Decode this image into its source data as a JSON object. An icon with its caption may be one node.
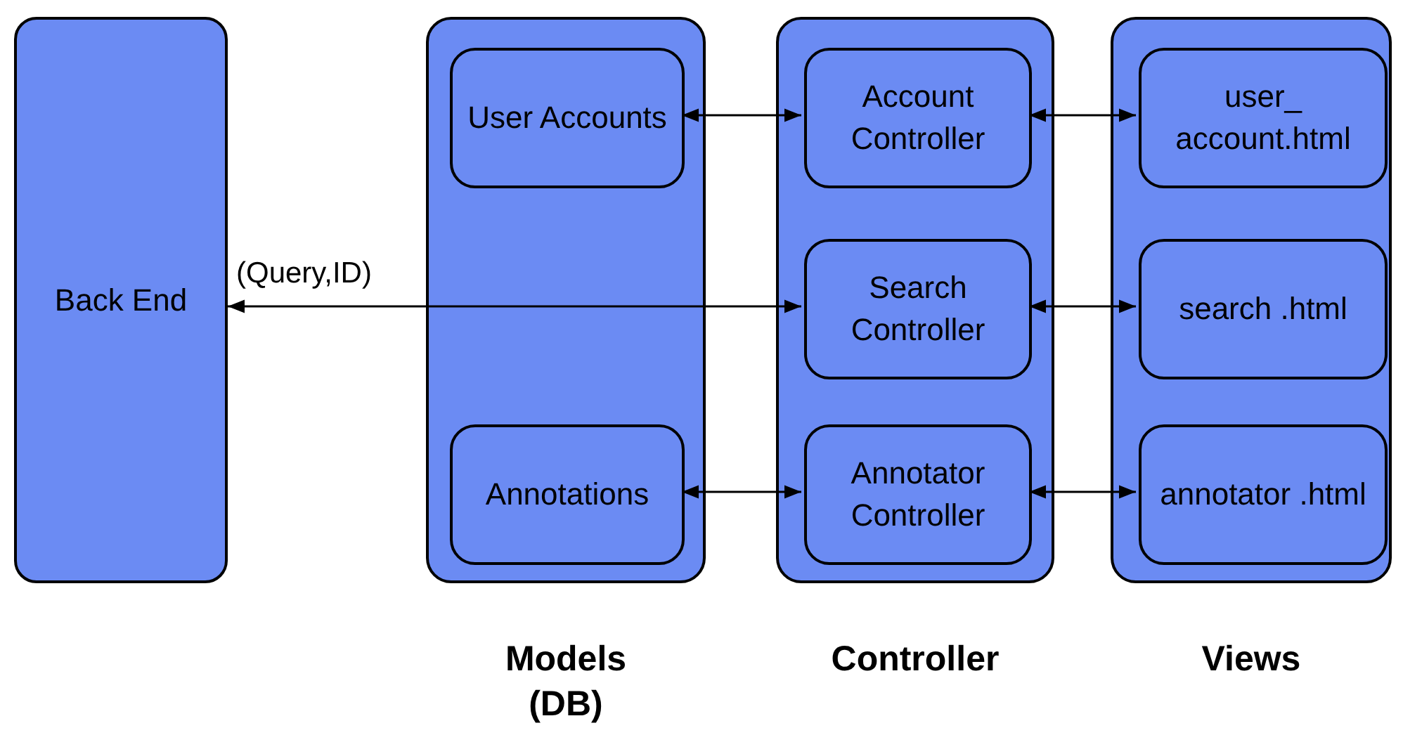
{
  "diagram": {
    "nodes": [
      {
        "text": [
          "Back End"
        ]
      },
      {
        "text": [
          "Models (DB)"
        ]
      },
      {
        "text": [
          "User Accounts"
        ],
        "in": 1
      },
      {
        "text": [
          "Annotations"
        ],
        "in": 1
      },
      {
        "text": [
          "Controller"
        ]
      },
      {
        "text": [
          "Account Controller"
        ],
        "in": 4
      },
      {
        "text": [
          "Search Controller"
        ],
        "in": 4
      },
      {
        "text": [
          "Annotator Controller"
        ],
        "in": 4
      },
      {
        "text": [
          "Views"
        ]
      },
      {
        "text": [
          "user_ account.html"
        ],
        "in": 8
      },
      {
        "text": [
          "search .html"
        ],
        "in": 8
      },
      {
        "text": [
          "annotator .html"
        ],
        "in": 8
      }
    ],
    "edges": [
      {
        "from": 2,
        "to": 5,
        "arrow": "both"
      },
      {
        "from": 6,
        "to": 0,
        "arrow": "both",
        "label": "(Query,ID)"
      },
      {
        "from": 3,
        "to": 7,
        "arrow": "both"
      },
      {
        "from": 5,
        "to": 9,
        "arrow": "both"
      },
      {
        "from": 6,
        "to": 10,
        "arrow": "both"
      },
      {
        "from": 7,
        "to": 11,
        "arrow": "both"
      }
    ]
  }
}
